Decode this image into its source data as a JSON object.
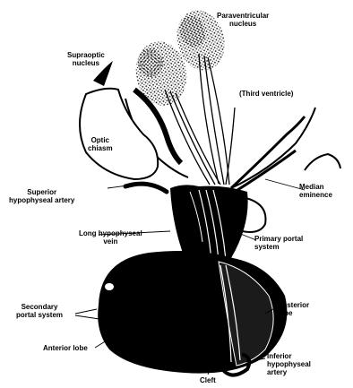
{
  "labels": {
    "paraventricular_nucleus": "Paraventricular\nnucleus",
    "supraoptic_nucleus": "Supraoptic\nnucleus",
    "third_ventricle": "(Third ventricle)",
    "optic_chiasm": "Optic\nchiasm",
    "superior_hypophyseal_artery": "Superior\nhypophyseal artery",
    "median_eminence": "Median\neminence",
    "long_hypophyseal_vein": "Long hypophyseal\nvein",
    "primary_portal_system": "Primary portal\nsystem",
    "secondary_portal_system": "Secondary\nportal system",
    "posterior_lobe": "Posterior\nlobe",
    "anterior_lobe": "Anterior lobe",
    "cleft": "Cleft",
    "inferior_hypophyseal_artery": "Inferior\nhypophyseal\nartery"
  },
  "colors": {
    "ink": "#000000",
    "paper": "#ffffff",
    "stipple": "#1a1a1a"
  }
}
